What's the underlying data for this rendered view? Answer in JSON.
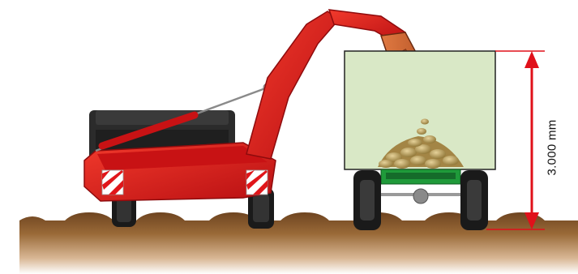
{
  "dimension": {
    "height_label": "3.000 mm",
    "value_mm": 3000
  },
  "colors": {
    "machine_red": "#e0161a",
    "machine_dark_red": "#a40d10",
    "dimension_red": "#e0101a",
    "soil": "#8a5a2c",
    "trailer_box": "#d9e8c6",
    "trailer_chassis": "#1f9a3a",
    "tire": "#1a1a1a",
    "potato": "#b39a5a"
  },
  "icons": [
    "potato-harvester",
    "tipping-trailer",
    "dimension-arrow"
  ]
}
